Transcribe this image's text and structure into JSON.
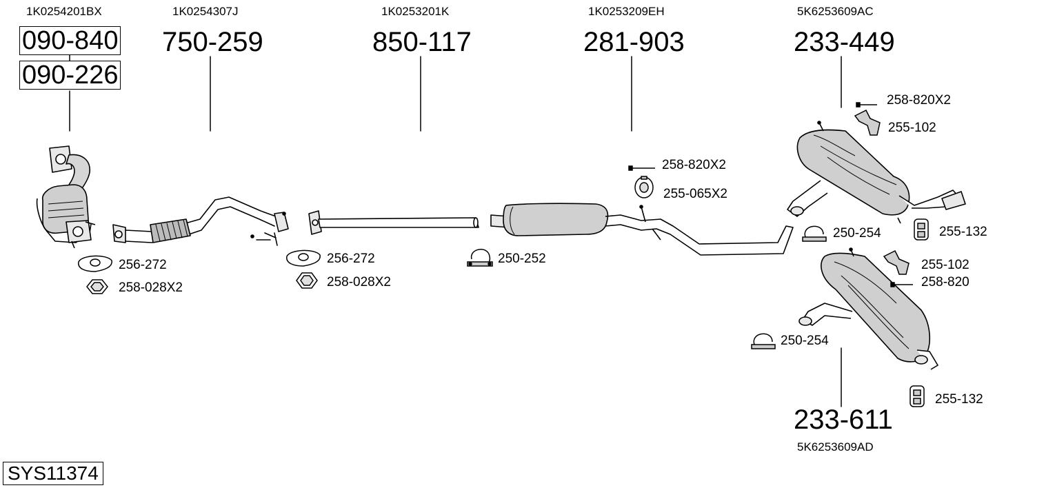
{
  "system_code": "SYS11374",
  "assemblies": [
    {
      "oe": "1K0254201BX",
      "parts": [
        "090-840",
        "090-226"
      ]
    },
    {
      "oe": "1K0254307J",
      "part": "750-259"
    },
    {
      "oe": "1K0253201K",
      "part": "850-117"
    },
    {
      "oe": "1K0253209EH",
      "part": "281-903"
    },
    {
      "oe": "5K6253609AC",
      "part": "233-449"
    },
    {
      "oe": "5K6253609AD",
      "part": "233-611"
    }
  ],
  "accessories": {
    "cat_gasket": "256-272",
    "cat_nut": "258-028X2",
    "front_gasket": "256-272",
    "front_nut": "258-028X2",
    "clamp_1": "250-252",
    "bolt_1": "258-820X2",
    "hanger_1": "255-065X2",
    "bolt_2": "258-820X2",
    "bracket_1": "255-102",
    "clamp_2": "250-254",
    "rubber_1": "255-132",
    "bracket_2": "255-102",
    "bolt_3": "258-820",
    "clamp_3": "250-254",
    "rubber_2": "255-132"
  }
}
